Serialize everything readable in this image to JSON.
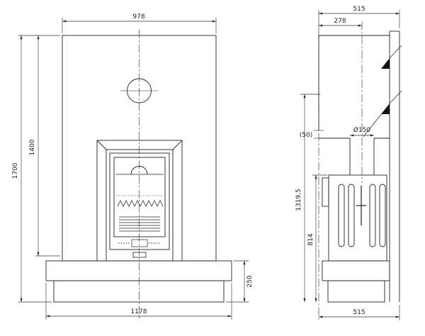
{
  "drawing": {
    "front": {
      "width_top": "978",
      "height_total": "1700",
      "height_upper": "1400",
      "width_base": "1178",
      "base_height": "250"
    },
    "side": {
      "depth_top": "515",
      "flue_center_from_front": "278",
      "gap": "(50)",
      "flue_diameter": "Ø150",
      "flue_connection_height": "1319,5",
      "stove_top_height": "814",
      "depth_bottom": "515"
    }
  }
}
